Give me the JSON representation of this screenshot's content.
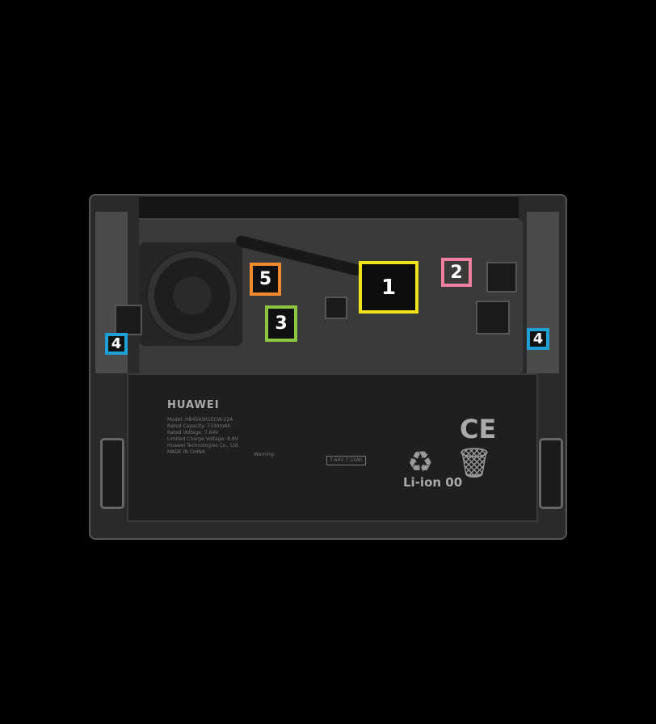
{
  "battery": {
    "brand": "HUAWEI",
    "type_mark": "Li-ion 00",
    "ce_mark": "CE",
    "spec_lines": [
      "Model: HB4593R1ECW-22A",
      "Rated Capacity: 7330mAh",
      "Rated Voltage: 7.64V",
      "Limited Charge Voltage: 8.8V",
      "Huawei Technologies Co., Ltd.",
      "MADE IN CHINA"
    ],
    "rating": "7.64V  7.33Ah",
    "warning_label": "Warning:"
  },
  "labels": [
    {
      "number": "1",
      "color": "#f2e21a"
    },
    {
      "number": "2",
      "color": "#ef7fa0"
    },
    {
      "number": "3",
      "color": "#8cc63f"
    },
    {
      "number": "4",
      "color": "#1ea0d6"
    },
    {
      "number": "4",
      "color": "#1ea0d6"
    },
    {
      "number": "5",
      "color": "#f08a2c"
    }
  ]
}
